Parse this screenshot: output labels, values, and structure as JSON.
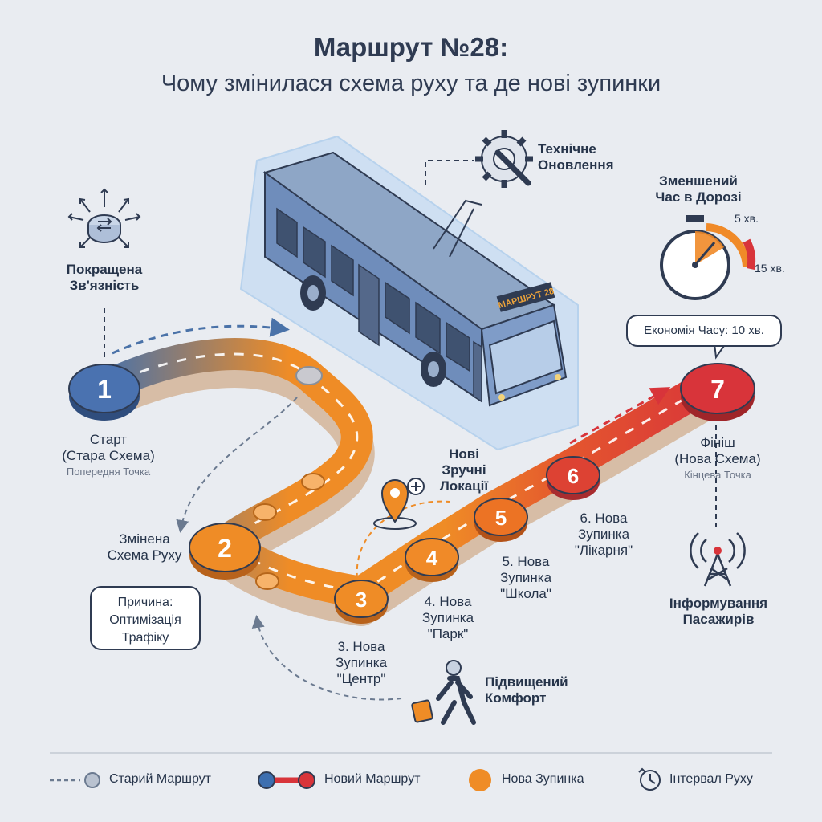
{
  "title": "Маршрут №28:",
  "subtitle": "Чому змінилася схема руху та де нові зупинки",
  "bus_sign": "МАРШРУТ 28",
  "stops": [
    {
      "num": "1",
      "label_lines": [
        "Старт",
        "(Стара Схема)"
      ],
      "sub": "Попередня Точка"
    },
    {
      "num": "2",
      "label_lines": [
        "Змінена",
        "Схема Руху"
      ]
    },
    {
      "num": "3",
      "label_lines": [
        "3. Нова",
        "Зупинка",
        "\"Центр\""
      ]
    },
    {
      "num": "4",
      "label_lines": [
        "4. Нова",
        "Зупинка",
        "\"Парк\""
      ]
    },
    {
      "num": "5",
      "label_lines": [
        "5. Нова",
        "Зупинка",
        "\"Школа\""
      ]
    },
    {
      "num": "6",
      "label_lines": [
        "6. Нова",
        "Зупинка",
        "\"Лікарня\""
      ]
    },
    {
      "num": "7",
      "label_lines": [
        "Фініш",
        "(Нова Схема)"
      ],
      "sub": "Кінцева Точка"
    }
  ],
  "features": {
    "connectivity": [
      "Покращена",
      "Зв'язність"
    ],
    "tech_update": [
      "Технічне",
      "Оновлення"
    ],
    "reduced_time": [
      "Зменшений",
      "Час в Дорозі"
    ],
    "gauge_min": "5 хв.",
    "gauge_max": "15 хв.",
    "savings_bubble": "Економія Часу: 10 хв.",
    "new_locations": [
      "Нові",
      "Зручні",
      "Локації"
    ],
    "reason_bubble": [
      "Причина:",
      "Оптимізація",
      "Трафіку"
    ],
    "comfort": [
      "Підвищений",
      "Комфорт"
    ],
    "passenger_info": [
      "Інформування",
      "Пасажирів"
    ]
  },
  "legend": {
    "old_route": "Старий Маршрут",
    "new_route": "Новий Маршрут",
    "new_stop": "Нова Зупинка",
    "interval": "Інтервал Руху"
  },
  "colors": {
    "blue": "#3d6fb0",
    "orange": "#ef8c26",
    "red": "#d8343a",
    "dark": "#2f3b52"
  }
}
